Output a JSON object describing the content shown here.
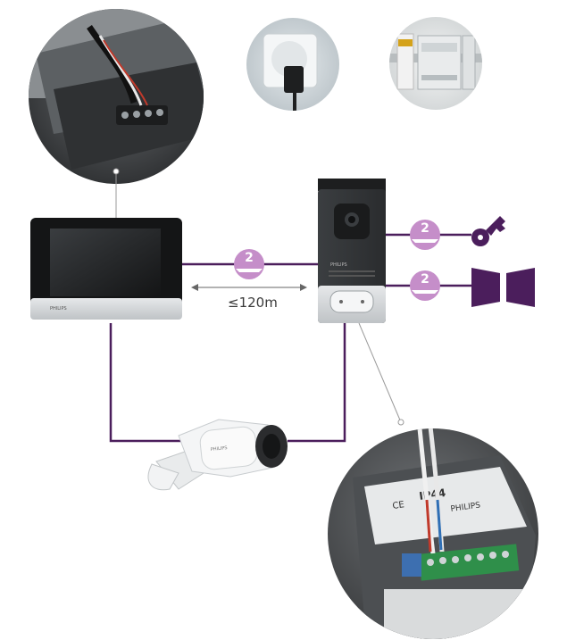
{
  "monitor": {
    "brand": "PHILIPS"
  },
  "door_station": {
    "brand": "PHILIPS"
  },
  "camera": {
    "brand": "PHILIPS"
  },
  "wire_badges": [
    {
      "count": "2",
      "link": "monitor-to-door-station"
    },
    {
      "count": "2",
      "link": "door-station-to-lock"
    },
    {
      "count": "2",
      "link": "door-station-to-gate"
    }
  ],
  "distance_label": "≤120m",
  "detail_circles": [
    {
      "subject": "monitor back wiring terminal"
    },
    {
      "subject": "wall power socket with adapter"
    },
    {
      "subject": "din rail power supply"
    },
    {
      "subject": "door station terminal board",
      "printed_text": [
        "PHILIPS",
        "IP44",
        "CE"
      ]
    }
  ],
  "colors": {
    "wire": "#4b1e5c",
    "badge": "#c58ec9",
    "icon": "#4b1e5c",
    "callout_line": "#9a9a9a"
  },
  "icons": [
    "key-icon",
    "gate-icon"
  ]
}
